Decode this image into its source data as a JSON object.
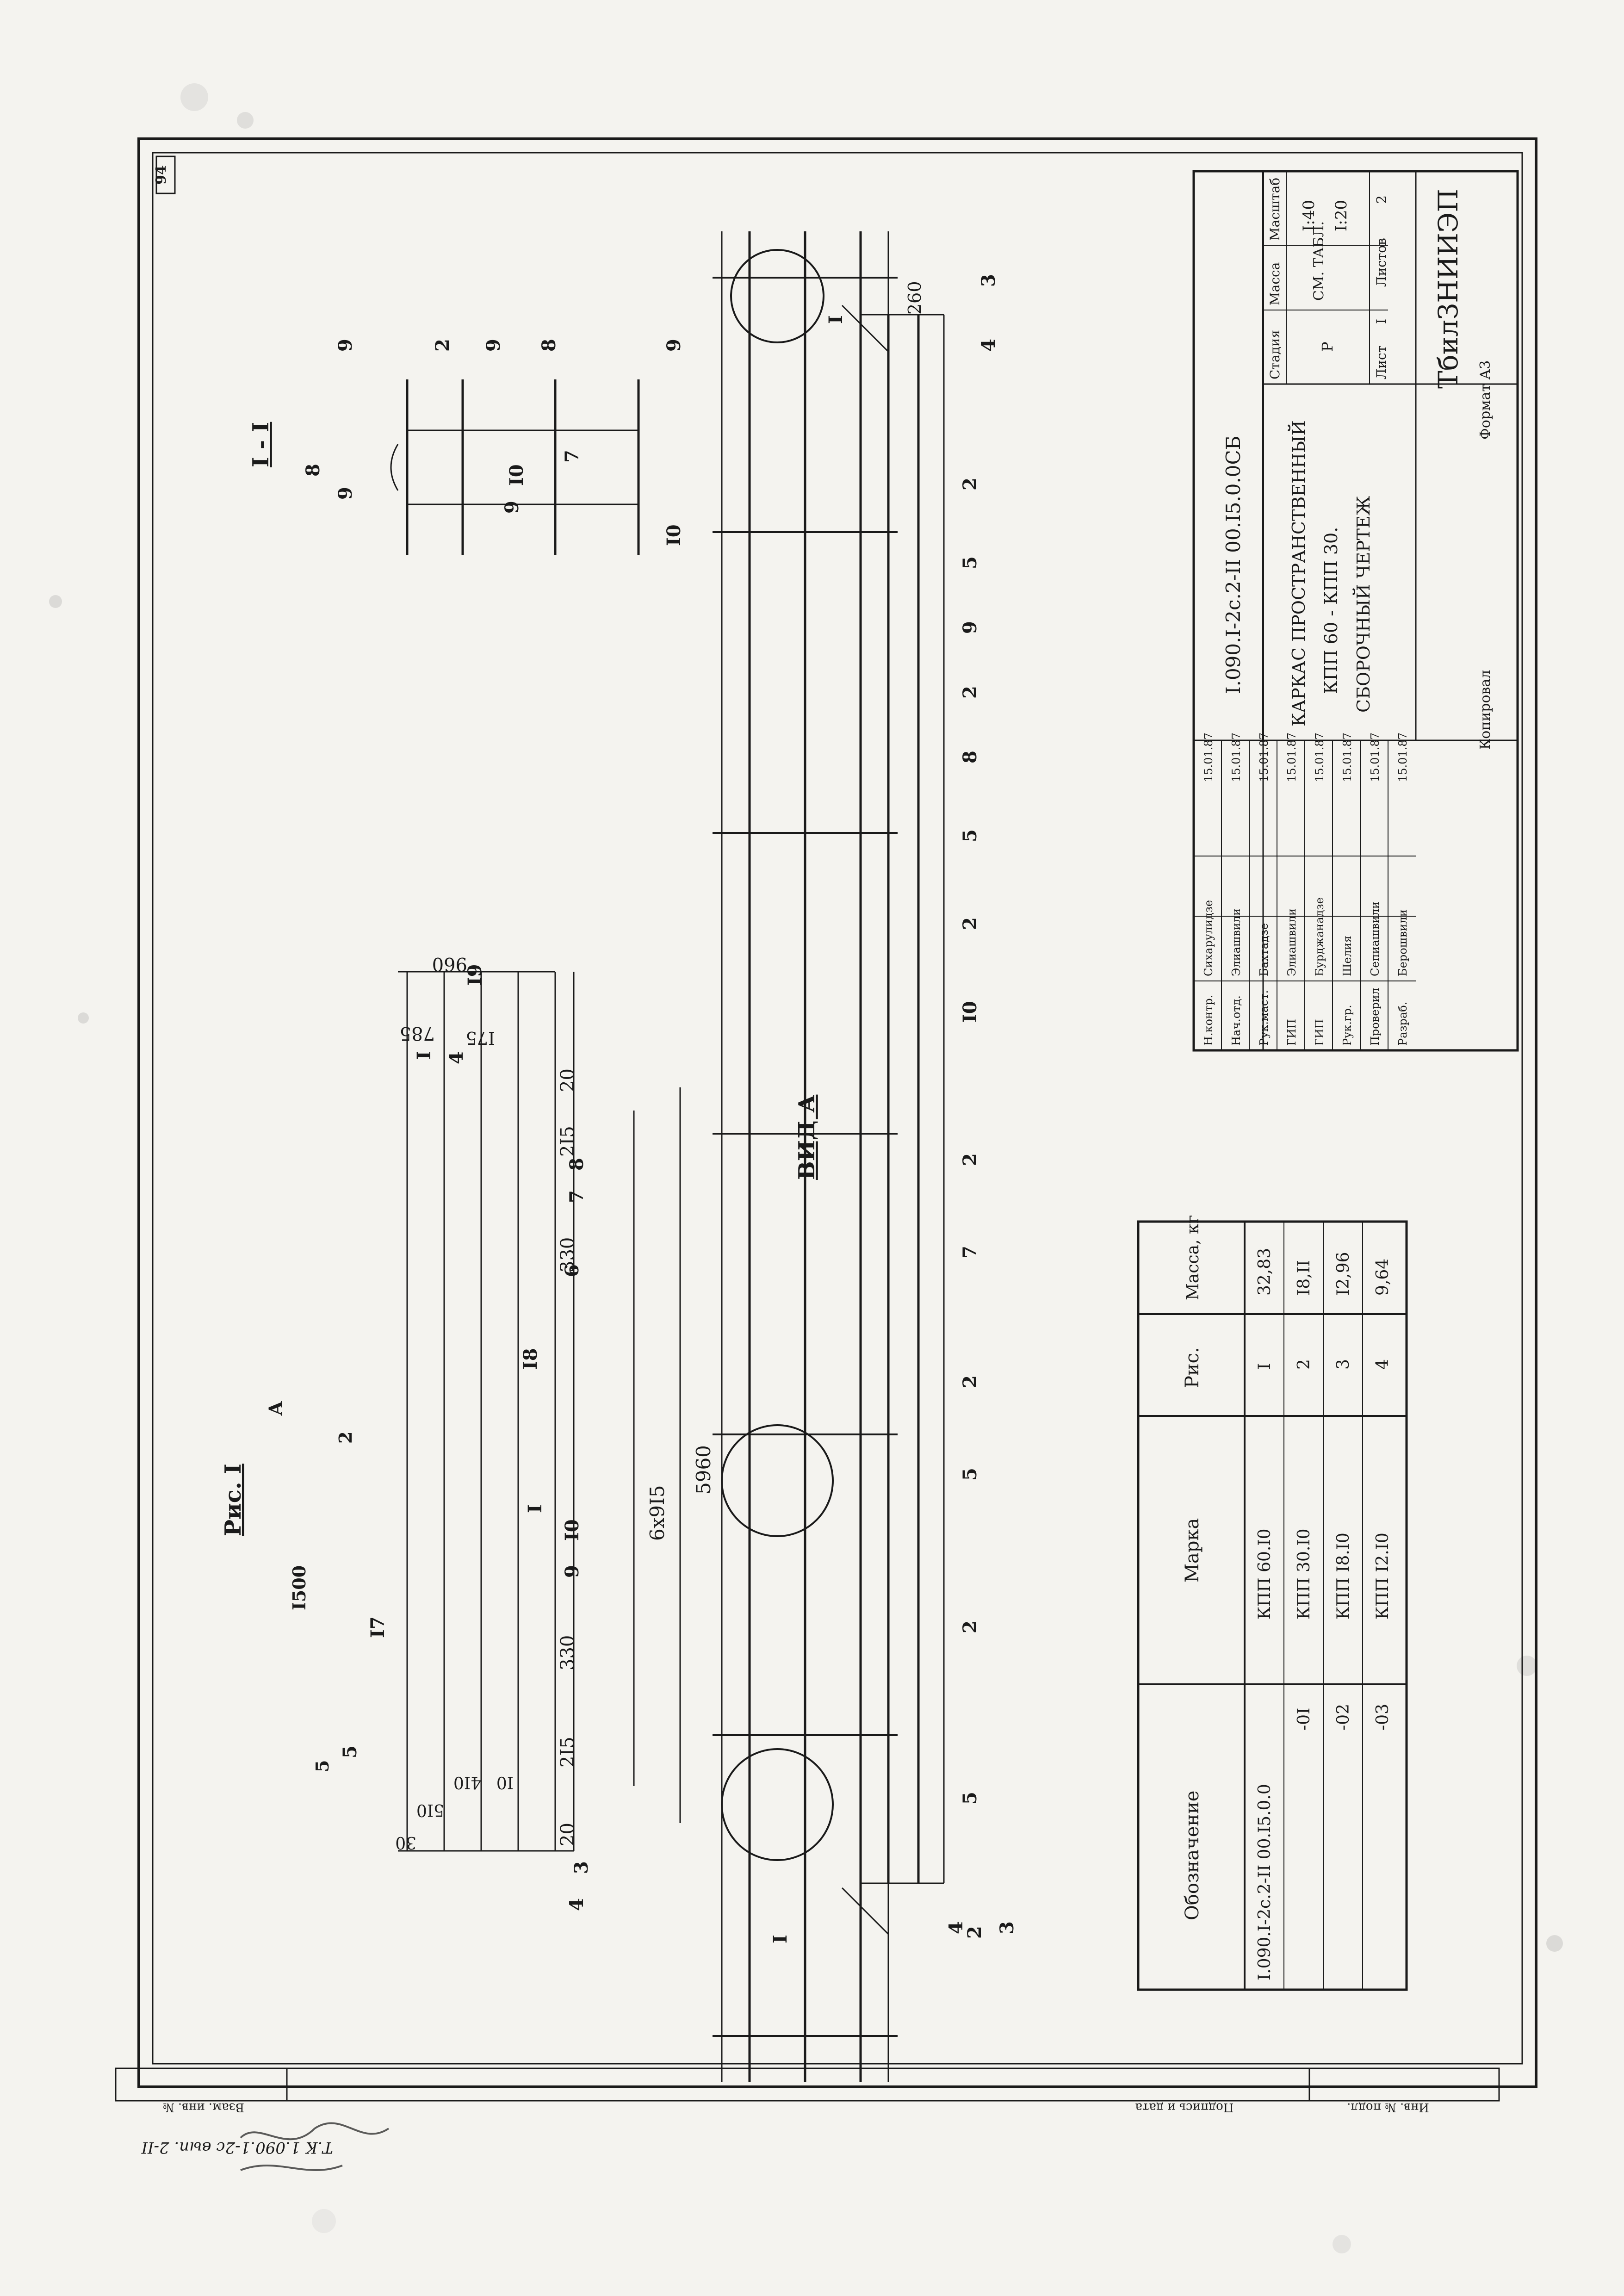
{
  "page_number": "94",
  "margin_note": "Т.К 1.090.1-2с вып. 2-II",
  "left_stamp": {
    "inv_orig": "Инв. № подл.",
    "sign_date": "Подпись и дата",
    "inv_repl": "Взам. инв. №"
  },
  "title_block": {
    "designation": "I.090.I-2с.2-II 00.I5.0.0СБ",
    "title_lines": [
      "КАРКАС ПРОСТРАНСТВЕННЫЙ",
      "КПП 60 - КПП 30.",
      "СБОРОЧНЫЙ ЧЕРТЕЖ"
    ],
    "stage_header": "Стадия",
    "mass_header": "Масса",
    "scale_header": "Масштаб",
    "stage_value": "Р",
    "mass_value": "СМ. ТАБЛ.",
    "scale_values": [
      "I:40",
      "I:20"
    ],
    "sheet_label": "Лист",
    "sheet_value": "I",
    "sheets_label": "Листов",
    "sheets_value": "2",
    "organization": "ТбилЗНИИЭП",
    "signatures": [
      {
        "role": "Н.контр.",
        "name": "Сихарулидзе",
        "date": "15.01.87"
      },
      {
        "role": "Нач.отд.",
        "name": "Элиашвили",
        "date": "15.01.87"
      },
      {
        "role": "Рук.маст.",
        "name": "Бахтадзе",
        "date": "15.01.87"
      },
      {
        "role": "ГИП",
        "name": "Элиашвили",
        "date": "15.01.87"
      },
      {
        "role": "ГИП",
        "name": "Бурджанадзе",
        "date": "15.01.87"
      },
      {
        "role": "Рук.гр.",
        "name": "Шелия",
        "date": "15.01.87"
      },
      {
        "role": "Проверил",
        "name": "Сепиашвили",
        "date": "15.01.87"
      },
      {
        "role": "Разраб.",
        "name": "Берошвили",
        "date": "15.01.87"
      }
    ],
    "copied": "Копировал",
    "format": "Формат А3"
  },
  "spec_table": {
    "headers": [
      "Обозначение",
      "Марка",
      "Рис.",
      "Масса, кг"
    ],
    "rows": [
      {
        "designation": "I.090.I-2с.2-II 00.I5.0.0",
        "mark": "КПП 60.I0",
        "fig": "I",
        "mass": "32,83"
      },
      {
        "designation": "-0I",
        "mark": "КПП 30.I0",
        "fig": "2",
        "mass": "I8,II"
      },
      {
        "designation": "-02",
        "mark": "КПП I8.I0",
        "fig": "3",
        "mass": "I2,96"
      },
      {
        "designation": "-03",
        "mark": "КПП I2.I0",
        "fig": "4",
        "mass": "9,64"
      }
    ]
  },
  "drawing": {
    "section_title": "I - I",
    "view_title": "ВИД А",
    "figure_title": "Рис. I",
    "view_arrow": "А",
    "dims": {
      "total": "5960",
      "pitch": "6x9I5",
      "d20": "20",
      "d215": "2I5",
      "d330": "330",
      "d960": "960",
      "d785": "785",
      "d175": "I75",
      "d260": "260",
      "d30": "30",
      "d10": "I0",
      "d410": "4I0",
      "d510": "5I0",
      "d1500": "I500",
      "d5": "5",
      "d2": "2"
    },
    "leaders": [
      "I",
      "2",
      "3",
      "4",
      "5",
      "6",
      "7",
      "8",
      "9",
      "I0",
      "I7",
      "I8",
      "I9"
    ]
  }
}
